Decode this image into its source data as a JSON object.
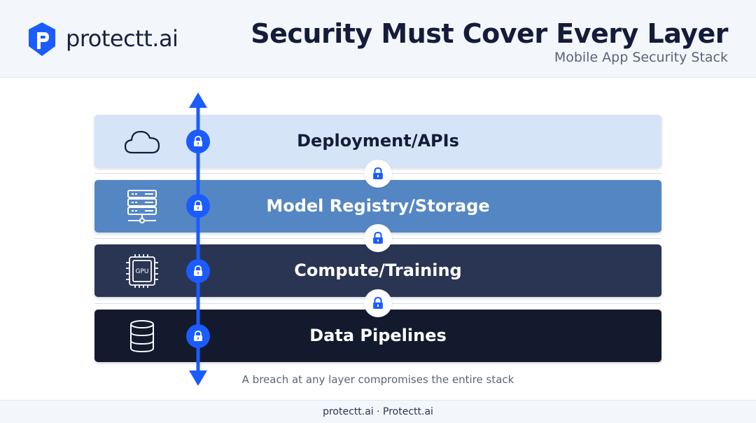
{
  "header": {
    "brand": "protectt.ai",
    "title": "Security Must Cover Every Layer",
    "subtitle": "Mobile App Security Stack"
  },
  "layers": [
    {
      "label": "Deployment/APIs",
      "icon": "cloud-icon",
      "bg": "#d6e4f7",
      "fg": "#141c3a"
    },
    {
      "label": "Model Registry/Storage",
      "icon": "server-icon",
      "bg": "#5586c4",
      "fg": "#ffffff"
    },
    {
      "label": "Compute/Training",
      "icon": "gpu-chip-icon",
      "icon_text": "GPU",
      "bg": "#2a3553",
      "fg": "#ffffff"
    },
    {
      "label": "Data Pipelines",
      "icon": "database-icon",
      "bg": "#141a2e",
      "fg": "#ffffff"
    }
  ],
  "caption": "A breach at any layer compromises the entire stack",
  "footer": "protectt.ai · Protectt.ai",
  "colors": {
    "accent": "#1a5cff"
  }
}
